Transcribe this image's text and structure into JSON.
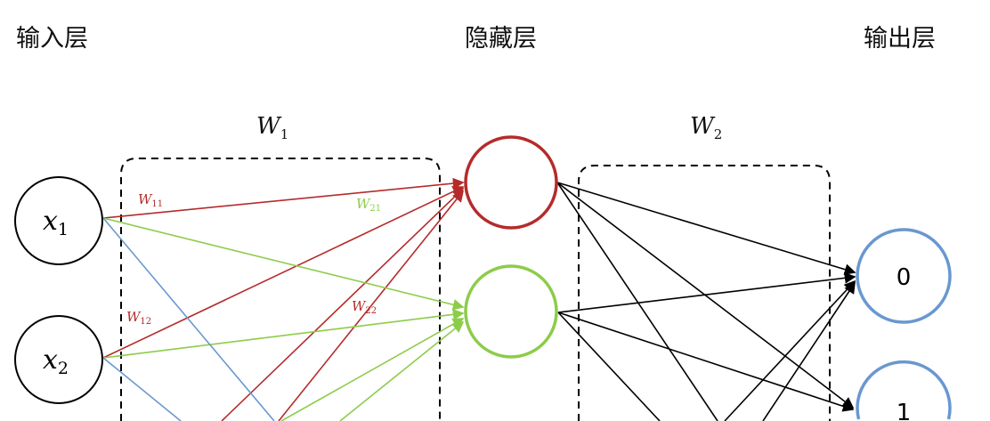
{
  "layers": {
    "input": "输入层",
    "hidden": "隐藏层",
    "output": "输出层"
  },
  "weights": {
    "w1": "W",
    "w1_sub": "1",
    "w2": "W",
    "w2_sub": "2"
  },
  "edge_labels": {
    "w11": {
      "main": "W",
      "sub": "11"
    },
    "w21": {
      "main": "W",
      "sub": "21"
    },
    "w12": {
      "main": "W",
      "sub": "12"
    },
    "w22": {
      "main": "W",
      "sub": "22"
    }
  },
  "inputs": [
    {
      "main": "x",
      "sub": "1"
    },
    {
      "main": "x",
      "sub": "2"
    }
  ],
  "outputs": [
    "0",
    "1"
  ],
  "colors": {
    "red": "#b52b2b",
    "green": "#8ccc4a",
    "blue": "#6a97cf",
    "black": "#000000"
  }
}
